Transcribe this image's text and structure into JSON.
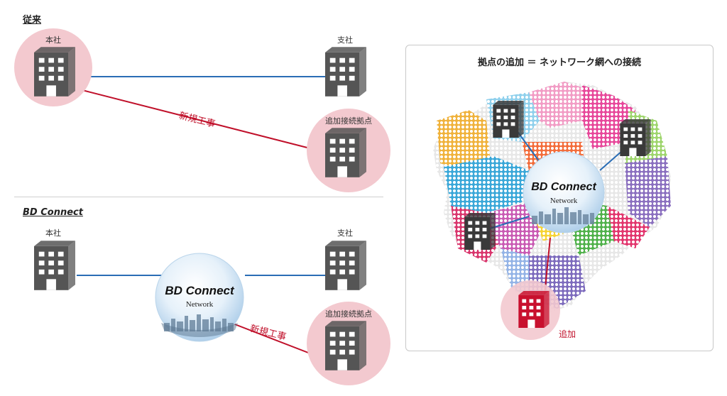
{
  "top_section": {
    "title": "従来",
    "hq_label": "本社",
    "branch_label": "支社",
    "added_label": "追加接続拠点",
    "new_work_label": "新規工事"
  },
  "bottom_section": {
    "title": "BD Connect",
    "hq_label": "本社",
    "branch_label": "支社",
    "added_label": "追加接続拠点",
    "new_work_label": "新規工事",
    "network_brand": "BD Connect",
    "network_sub": "Network"
  },
  "right_panel": {
    "title": "拠点の追加 ＝ ネットワーク網への接続",
    "network_brand": "BD Connect",
    "network_sub": "Network",
    "added_label": "追加"
  },
  "colors": {
    "building": "#555555",
    "building_added": "#c8102e",
    "pink_circle": "#f3c9cf",
    "blue_line": "#2a6db5",
    "red_line": "#c0102a"
  },
  "icons": [
    "building-icon",
    "globe-icon",
    "city-skyline-icon",
    "dot-map-icon"
  ]
}
